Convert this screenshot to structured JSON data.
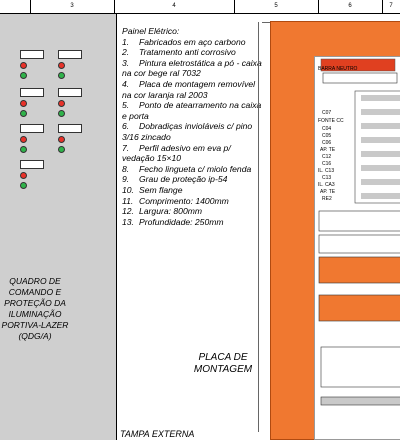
{
  "ruler": [
    "3",
    "4",
    "5",
    "6",
    "7"
  ],
  "notes_title": "Painel Elétrico:",
  "notes": [
    {
      "num": "1.",
      "text": "Fabricados em aço carbono"
    },
    {
      "num": "2.",
      "text": "Tratamento anti corrosivo"
    },
    {
      "num": "3.",
      "text": "Pintura eletrostática a pó - caixa na cor bege ral 7032"
    },
    {
      "num": "4.",
      "text": "Placa de montagem removível na cor laranja ral 2003"
    },
    {
      "num": "5.",
      "text": "Ponto de atearramento na caixa e porta"
    },
    {
      "num": "6.",
      "text": "Dobradiças invioláveis c/ pino 3/16 zincado"
    },
    {
      "num": "7.",
      "text": "Perfil adesivo em eva p/ vedação 15×10"
    },
    {
      "num": "8.",
      "text": "Fecho lingueta c/ miolo fenda"
    },
    {
      "num": "9.",
      "text": "Grau de proteção ip-54"
    },
    {
      "num": "10.",
      "text": "Sem flange"
    },
    {
      "num": "11.",
      "text": "Comprimento: 1400mm"
    },
    {
      "num": "12.",
      "text": "Largura: 800mm"
    },
    {
      "num": "13.",
      "text": "Profundidade: 250mm"
    }
  ],
  "title_block": [
    "QUADRO DE",
    "COMANDO E",
    "PROTEÇÃO DA",
    "ILUMINAÇÃO",
    "PORTIVA-LAZER",
    "(QDG/A)"
  ],
  "placa_label": [
    "PLACA DE",
    "MONTAGEM"
  ],
  "tampa_label": "TAMPA EXTERNA",
  "panel_labels": {
    "barra_neutro": "BARRA NEUTRO",
    "fonte": "FONTE CC",
    "circuits": [
      "C07",
      "C04",
      "C05",
      "C06",
      "AP. TE",
      "C12",
      "C16",
      "IL. C13",
      "C13",
      "IL. CA3",
      "AP. TE",
      "RE2"
    ]
  },
  "colors": {
    "panel_orange": "#f07830",
    "lamp_red": "#e8322a",
    "lamp_green": "#2fb24a",
    "left_bg": "#cfcfcf"
  }
}
